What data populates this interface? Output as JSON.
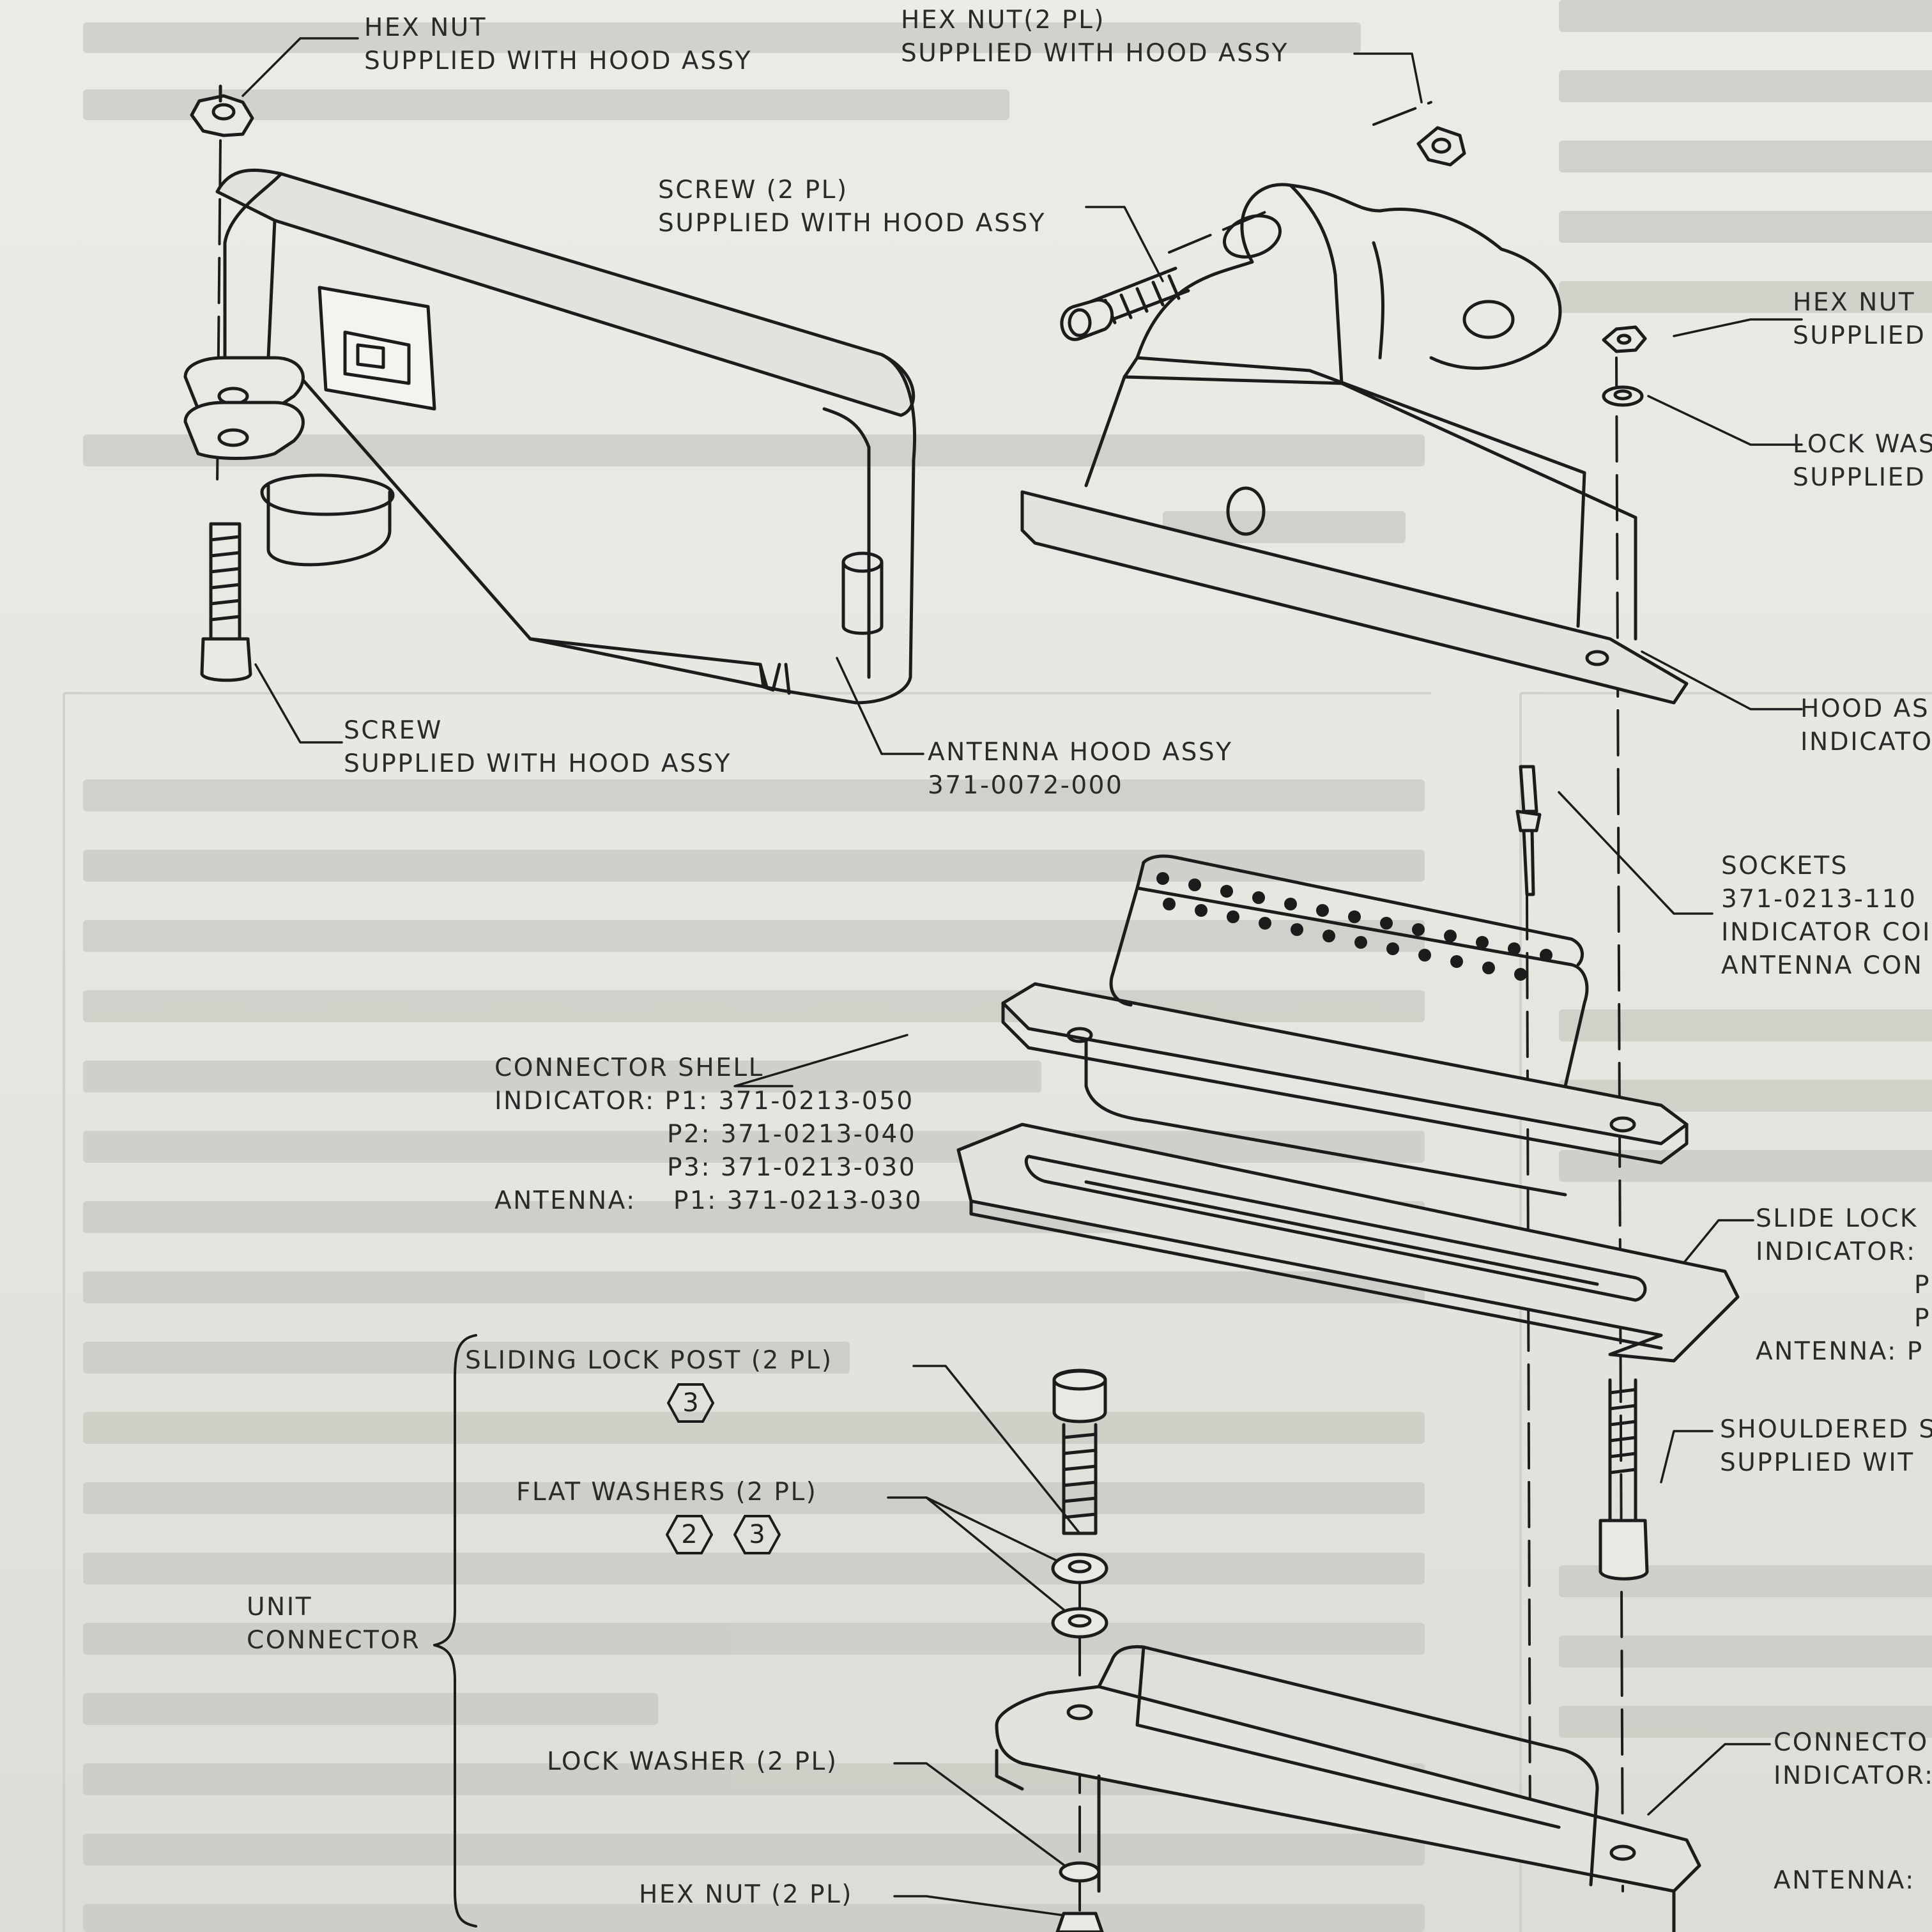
{
  "labels": {
    "hex_nut_left": {
      "line1": "HEX NUT",
      "line2": "SUPPLIED WITH HOOD ASSY"
    },
    "hex_nut_top": {
      "line1": "HEX NUT(2 PL)",
      "line2": "SUPPLIED WITH HOOD ASSY"
    },
    "screw_2pl": {
      "line1": "SCREW (2 PL)",
      "line2": "SUPPLIED WITH HOOD ASSY"
    },
    "screw_left": {
      "line1": "SCREW",
      "line2": "SUPPLIED WITH HOOD ASSY"
    },
    "antenna_hood": {
      "line1": "ANTENNA HOOD ASSY",
      "line2": "371-0072-000"
    },
    "hex_nut_right": {
      "line1": "HEX NUT",
      "line2": "SUPPLIED"
    },
    "lock_washer_right": {
      "line1": "LOCK WAS",
      "line2": "SUPPLIED"
    },
    "hood_assy_right": {
      "line1": "HOOD AS",
      "line2": "INDICATOR"
    },
    "sockets": {
      "line1": "SOCKETS",
      "line2": "371-0213-110",
      "line3": "INDICATOR COI",
      "line4": "ANTENNA CON"
    },
    "connector_shell": {
      "line1": "CONNECTOR SHELL",
      "line2": "INDICATOR: P1: 371-0213-050",
      "line3": "P2: 371-0213-040",
      "line4": "P3: 371-0213-030",
      "line5_left": "ANTENNA:",
      "line5_right": "P1: 371-0213-030"
    },
    "slide_lock": {
      "line1": "SLIDE LOCK",
      "line2": "INDICATOR:",
      "line3": "P",
      "line4": "P",
      "line5": "ANTENNA:  P"
    },
    "shouldered": {
      "line1": "SHOULDERED S",
      "line2": "SUPPLIED WIT"
    },
    "sliding_lock_post": {
      "text": "SLIDING LOCK POST    (2 PL)",
      "badge": "3"
    },
    "flat_washers": {
      "text": "FLAT WASHERS (2 PL)",
      "badge1": "2",
      "badge2": "3"
    },
    "unit_connector": {
      "line1": "UNIT",
      "line2": "CONNECTOR"
    },
    "lock_washer_2pl": {
      "text": "LOCK WASHER (2 PL)"
    },
    "hex_nut_2pl": {
      "text": "HEX NUT (2 PL)"
    },
    "connector_right": {
      "line1": "CONNECTO",
      "line2": "INDICATOR:",
      "line3": "ANTENNA:"
    }
  }
}
